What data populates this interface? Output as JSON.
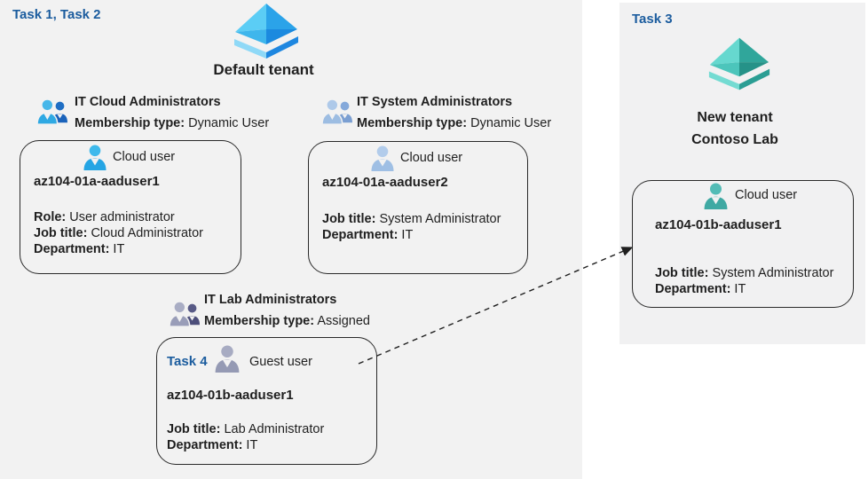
{
  "colors": {
    "accent_blue": "#1b5c9e",
    "panel_gray": "#f2f2f2",
    "border": "#2a2a2a",
    "azure_blue_light": "#5bcdf5",
    "azure_blue_dark": "#1b8adf",
    "azure_teal_light": "#66d8cf",
    "azure_teal_dark": "#259288"
  },
  "labels": {
    "task_left": "Task 1, Task 2",
    "task_right": "Task 3",
    "task_guest": "Task 4",
    "default_tenant": "Default tenant",
    "new_tenant_line1": "New tenant",
    "new_tenant_line2": "Contoso Lab"
  },
  "groups": [
    {
      "title": "IT Cloud Administrators",
      "membership_label": "Membership type:",
      "membership_value": " Dynamic User"
    },
    {
      "title": "IT System Administrators",
      "membership_label": "Membership type:",
      "membership_value": " Dynamic User"
    },
    {
      "title": "IT Lab Administrators",
      "membership_label": "Membership type:",
      "membership_value": " Assigned"
    }
  ],
  "users": [
    {
      "type": "Cloud user",
      "name": "az104-01a-aaduser1",
      "fields": [
        {
          "label": "Role:",
          "value": " User administrator"
        },
        {
          "label": "Job title:",
          "value": " Cloud Administrator"
        },
        {
          "label": "Department:",
          "value": " IT"
        }
      ]
    },
    {
      "type": "Cloud user",
      "name": "az104-01a-aaduser2",
      "fields": [
        {
          "label": "Job title:",
          "value": " System Administrator"
        },
        {
          "label": "Department:",
          "value": " IT"
        }
      ]
    },
    {
      "type": "Guest user",
      "name": "az104-01b-aaduser1",
      "fields": [
        {
          "label": "Job title:",
          "value": " Lab Administrator"
        },
        {
          "label": "Department:",
          "value": " IT"
        }
      ]
    },
    {
      "type": "Cloud user",
      "name": "az104-01b-aaduser1",
      "fields": [
        {
          "label": "Job title:",
          "value": " System Administrator"
        },
        {
          "label": "Department:",
          "value": " IT"
        }
      ]
    }
  ]
}
